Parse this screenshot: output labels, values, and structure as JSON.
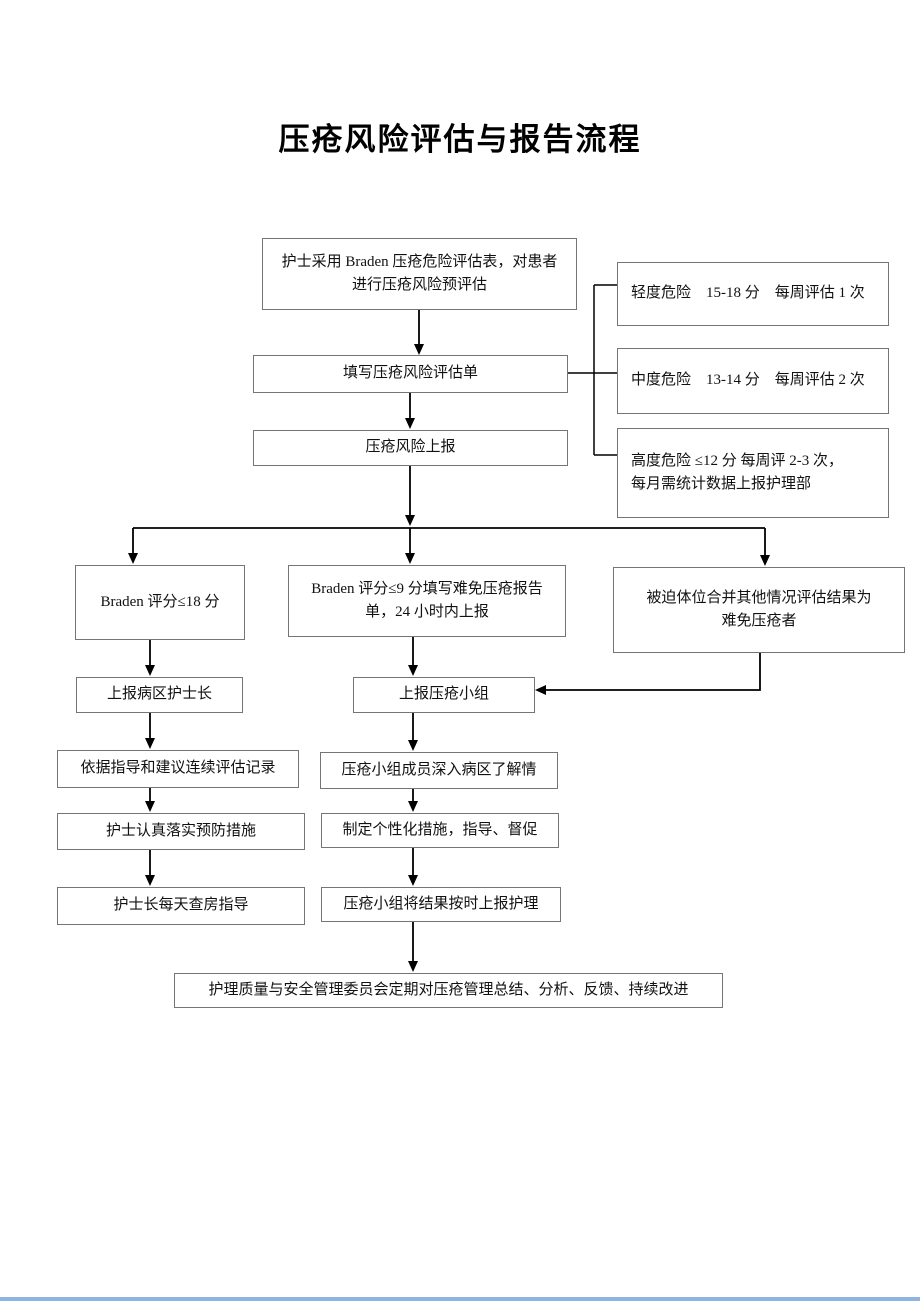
{
  "document": {
    "title": "压疮风险评估与报告流程"
  },
  "flowchart": {
    "nodes": {
      "assess": {
        "text": "护士采用 Braden 压疮危险评估表，对患者\n进行压疮风险预评估"
      },
      "fill_form": {
        "text": "填写压疮风险评估单"
      },
      "risk_report": {
        "text": "压疮风险上报"
      },
      "mild_risk": {
        "text": "轻度危险　15-18 分　每周评估 1 次"
      },
      "moderate_risk": {
        "text": "中度危险　13-14 分　每周评估 2 次"
      },
      "high_risk": {
        "text": "高度危险 ≤12 分 每周评 2-3 次，\n每月需统计数据上报护理部"
      },
      "braden_le18": {
        "text": "Braden 评分≤18 分"
      },
      "braden_le9": {
        "text": "Braden 评分≤9 分填写难免压疮报告\n单，24 小时内上报"
      },
      "forced_position": {
        "text": "被迫体位合并其他情况评估结果为\n难免压疮者"
      },
      "report_head_nurse": {
        "text": "上报病区护士长"
      },
      "continuous_assessment": {
        "text": "依据指导和建议连续评估记录"
      },
      "implement_prevention": {
        "text": "护士认真落实预防措施"
      },
      "daily_rounds": {
        "text": "护士长每天查房指导"
      },
      "report_team": {
        "text": "上报压疮小组"
      },
      "team_visit": {
        "text": "压疮小组成员深入病区了解情"
      },
      "personalized_measures": {
        "text": "制定个性化措施，指导、督促"
      },
      "team_report_result": {
        "text": "压疮小组将结果按时上报护理"
      },
      "committee_review": {
        "text": "护理质量与安全管理委员会定期对压疮管理总结、分析、反馈、持续改进"
      }
    }
  },
  "colors": {
    "connector_line": "#000000",
    "box_border": "#757575",
    "text": "#111111",
    "page_edge_blue": "#8eb4e3"
  }
}
